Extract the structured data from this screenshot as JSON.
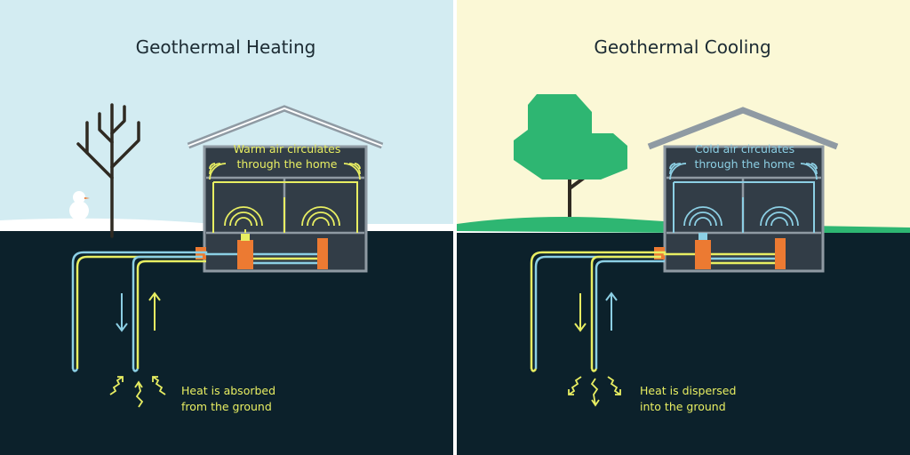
{
  "heating": {
    "title": "Geothermal Heating",
    "house_text": [
      "Warm air circulates",
      "through the home"
    ],
    "ground_text": [
      "Heat is absorbed",
      "from the ground"
    ]
  },
  "cooling": {
    "title": "Geothermal Cooling",
    "house_text": [
      "Cold air circulates",
      "through the home"
    ],
    "ground_text": [
      "Heat is dispersed",
      "into the ground"
    ]
  },
  "colors": {
    "winter_sky": "#d3ecf2",
    "summer_sky": "#fbf8d6",
    "ground": "#0c212b",
    "snow": "#ffffff",
    "grass": "#2eb672",
    "house_body": "#323d47",
    "roof": "#8f9aa3",
    "warm_line": "#e8ee62",
    "cool_line": "#8ccfe4",
    "pump": "#ec7a32"
  }
}
